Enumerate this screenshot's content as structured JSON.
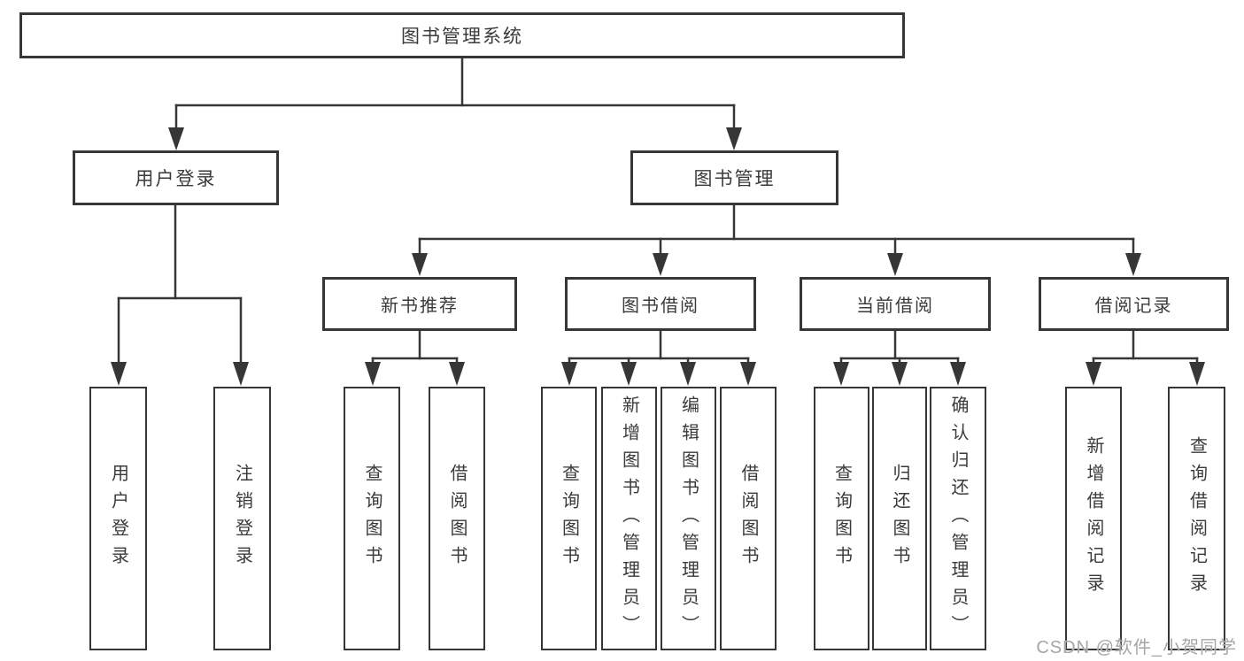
{
  "diagram": {
    "type": "org-tree",
    "colors": {
      "line": "#363636",
      "text": "#3a3a3a",
      "background": "#ffffff",
      "watermark": "#a6a6a6"
    },
    "tree": {
      "label": "图书管理系统",
      "children": [
        {
          "label": "用户登录",
          "children": [
            {
              "label": "用户登录"
            },
            {
              "label": "注销登录"
            }
          ]
        },
        {
          "label": "图书管理",
          "children": [
            {
              "label": "新书推荐",
              "children": [
                {
                  "label": "查询图书"
                },
                {
                  "label": "借阅图书"
                }
              ]
            },
            {
              "label": "图书借阅",
              "children": [
                {
                  "label": "查询图书"
                },
                {
                  "label": "新增图书（管理员）"
                },
                {
                  "label": "编辑图书（管理员）"
                },
                {
                  "label": "借阅图书"
                }
              ]
            },
            {
              "label": "当前借阅",
              "children": [
                {
                  "label": "查询图书"
                },
                {
                  "label": "归还图书"
                },
                {
                  "label": "确认归还（管理员）"
                }
              ]
            },
            {
              "label": "借阅记录",
              "children": [
                {
                  "label": "新增借阅记录"
                },
                {
                  "label": "查询借阅记录"
                }
              ]
            }
          ]
        }
      ]
    }
  },
  "watermark": {
    "text": "CSDN @软件_小贺同学"
  }
}
